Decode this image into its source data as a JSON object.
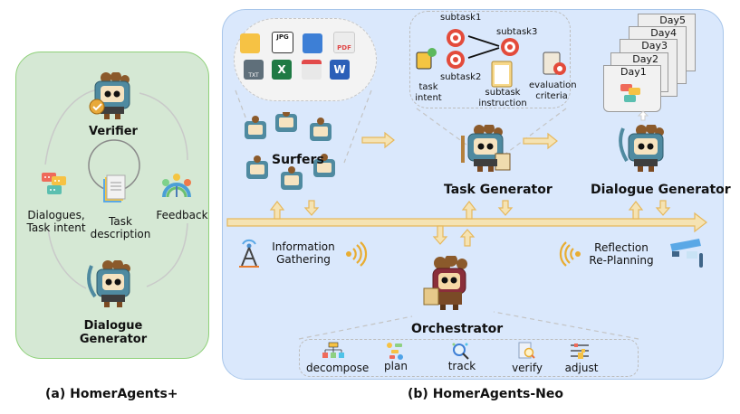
{
  "panel_a": {
    "caption": "(a)  HomerAgents+",
    "verifier_label": "Verifier",
    "dialogues_label_line1": "Dialogues,",
    "dialogues_label_line2": "Task intent",
    "task_label_line1": "Task",
    "task_label_line2": "description",
    "feedback_label": "Feedback",
    "generator_label_line1": "Dialogue",
    "generator_label_line2": "Generator",
    "colors": {
      "background": "#d5e8d4",
      "border": "#8fd17a"
    }
  },
  "panel_b": {
    "caption": "(b) HomerAgents-Neo",
    "surfers_label": "Surfers",
    "file_icons": [
      "folder-icon",
      "jpg-icon",
      "email-icon",
      "pdf-icon",
      "txt-icon",
      "excel-icon",
      "calendar-icon",
      "word-icon"
    ],
    "file_icon_labels": {
      "jpg": "JPG",
      "pdf": "PDF",
      "txt": "TXT",
      "excel": "X",
      "word": "W"
    },
    "task_detail": {
      "subtask1": "subtask1",
      "subtask2": "subtask2",
      "subtask3": "subtask3",
      "task_intent_line1": "task",
      "task_intent_line2": "intent",
      "subtask_instruction_line1": "subtask",
      "subtask_instruction_line2": "instruction",
      "evaluation_line1": "evaluation",
      "evaluation_line2": "criteria"
    },
    "task_generator_label": "Task Generator",
    "dialogue_generator_label": "Dialogue Generator",
    "days": [
      "Day1",
      "Day2",
      "Day3",
      "Day4",
      "Day5"
    ],
    "info_line1": "Information",
    "info_line2": "Gathering",
    "reflection_line1": "Reflection",
    "reflection_line2": "Re-Planning",
    "orchestrator_label": "Orchestrator",
    "tools": [
      "decompose",
      "plan",
      "track",
      "verify",
      "adjust"
    ],
    "colors": {
      "background": "#dae8fc",
      "border": "#a8c6ea",
      "arrow_fill": "#f5e3b3",
      "arrow_stroke": "#e6b85c"
    }
  }
}
